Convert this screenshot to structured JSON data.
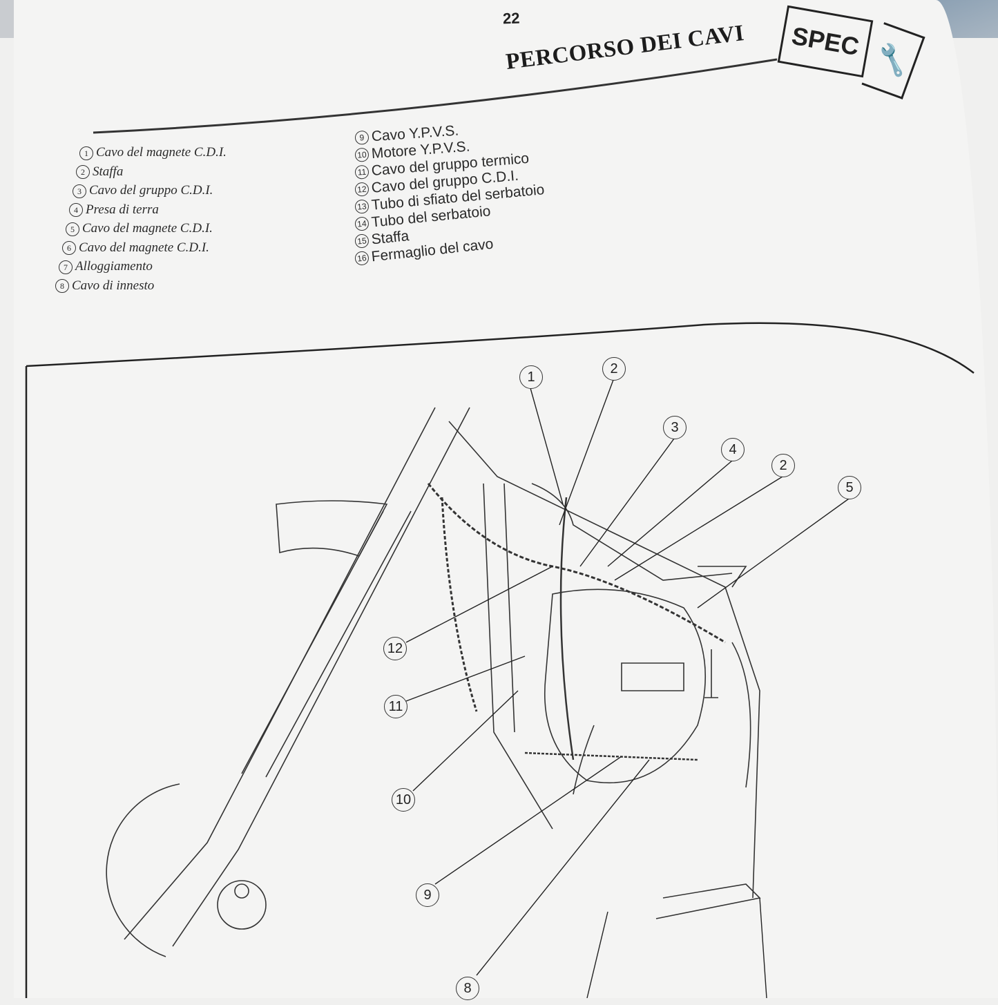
{
  "page_number": "22",
  "title": "PERCORSO DEI CAVI",
  "badge": "SPEC",
  "badge_icon": "wrench-icon",
  "legend_left": [
    {
      "num": "1",
      "text": "Cavo del magnete C.D.I."
    },
    {
      "num": "2",
      "text": "Staffa"
    },
    {
      "num": "3",
      "text": "Cavo del gruppo C.D.I."
    },
    {
      "num": "4",
      "text": "Presa di terra"
    },
    {
      "num": "5",
      "text": "Cavo del magnete C.D.I."
    },
    {
      "num": "6",
      "text": "Cavo del magnete C.D.I."
    },
    {
      "num": "7",
      "text": "Alloggiamento"
    },
    {
      "num": "8",
      "text": "Cavo di innesto"
    }
  ],
  "legend_right": [
    {
      "num": "9",
      "text": "Cavo Y.P.V.S."
    },
    {
      "num": "10",
      "text": "Motore Y.P.V.S."
    },
    {
      "num": "11",
      "text": "Cavo del gruppo termico"
    },
    {
      "num": "12",
      "text": "Cavo del gruppo C.D.I."
    },
    {
      "num": "13",
      "text": "Tubo di sfiato del serbatoio"
    },
    {
      "num": "14",
      "text": "Tubo del serbatoio"
    },
    {
      "num": "15",
      "text": "Staffa"
    },
    {
      "num": "16",
      "text": "Fermaglio del cavo"
    }
  ],
  "callouts": [
    "1",
    "2",
    "3",
    "4",
    "2",
    "5",
    "12",
    "11",
    "10",
    "9",
    "8"
  ]
}
